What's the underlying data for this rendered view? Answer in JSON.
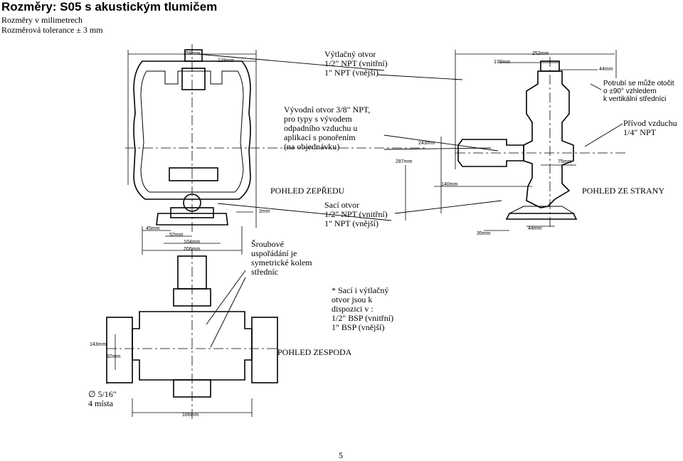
{
  "header": {
    "title": "Rozměry: S05 s akustickým tlumičem",
    "units_note": "Rozměry v milimetrech",
    "tolerance_note": "Rozměrová tolerance ± 3 mm"
  },
  "labels": {
    "discharge": [
      "Výtlačný otvor",
      "1/2\" NPT (vnitřní)",
      "1\" NPT (vnější)"
    ],
    "exhaust": [
      "Vývodní otvor 3/8\" NPT,",
      "pro typy s vývodem",
      "odpadního vzduchu u",
      "aplikací s ponořením",
      "(na objednávku)"
    ],
    "rotate": [
      "Potrubí se může otočit",
      "o ±90° vzhledem",
      "k vertikální středníci"
    ],
    "air_inlet": [
      "Přívod vzduchu",
      "1/4\" NPT"
    ],
    "suction": [
      "Sací otvor",
      "1/2\" NPT (vnitřní)",
      "1\" NPT (vnější)"
    ],
    "bolts": [
      "Šroubové",
      "uspořádání je",
      "symetrické kolem",
      "středníc"
    ],
    "bsp_note": [
      "* Sací i výtlačný",
      "otvor jsou k",
      "dispozici v :",
      "1/2\" BSP (vnitřní)",
      "1\" BSP (vnější)"
    ],
    "holes": [
      "5/16\"",
      "4 místa"
    ]
  },
  "views": {
    "front": "POHLED ZEPŘEDU",
    "side": "POHLED ZE STRANY",
    "bottom": "POHLED ZESPODA"
  },
  "dimensions": {
    "d258": "258mm",
    "d129": "129mm",
    "d2": "2mm",
    "d45": "45mm",
    "d52": "52mm",
    "d104": "104mm",
    "d200": "200mm",
    "d252": "252mm",
    "d178": "178mm",
    "d44a": "44mm",
    "d243": "243mm",
    "d287": "287mm",
    "d75": "75mm",
    "d140": "140mm",
    "d35": "35mm",
    "d44b": "44mm",
    "d143": "143mm",
    "d92": "92mm",
    "d166": "166mm"
  },
  "footer": {
    "page_number": "5"
  }
}
